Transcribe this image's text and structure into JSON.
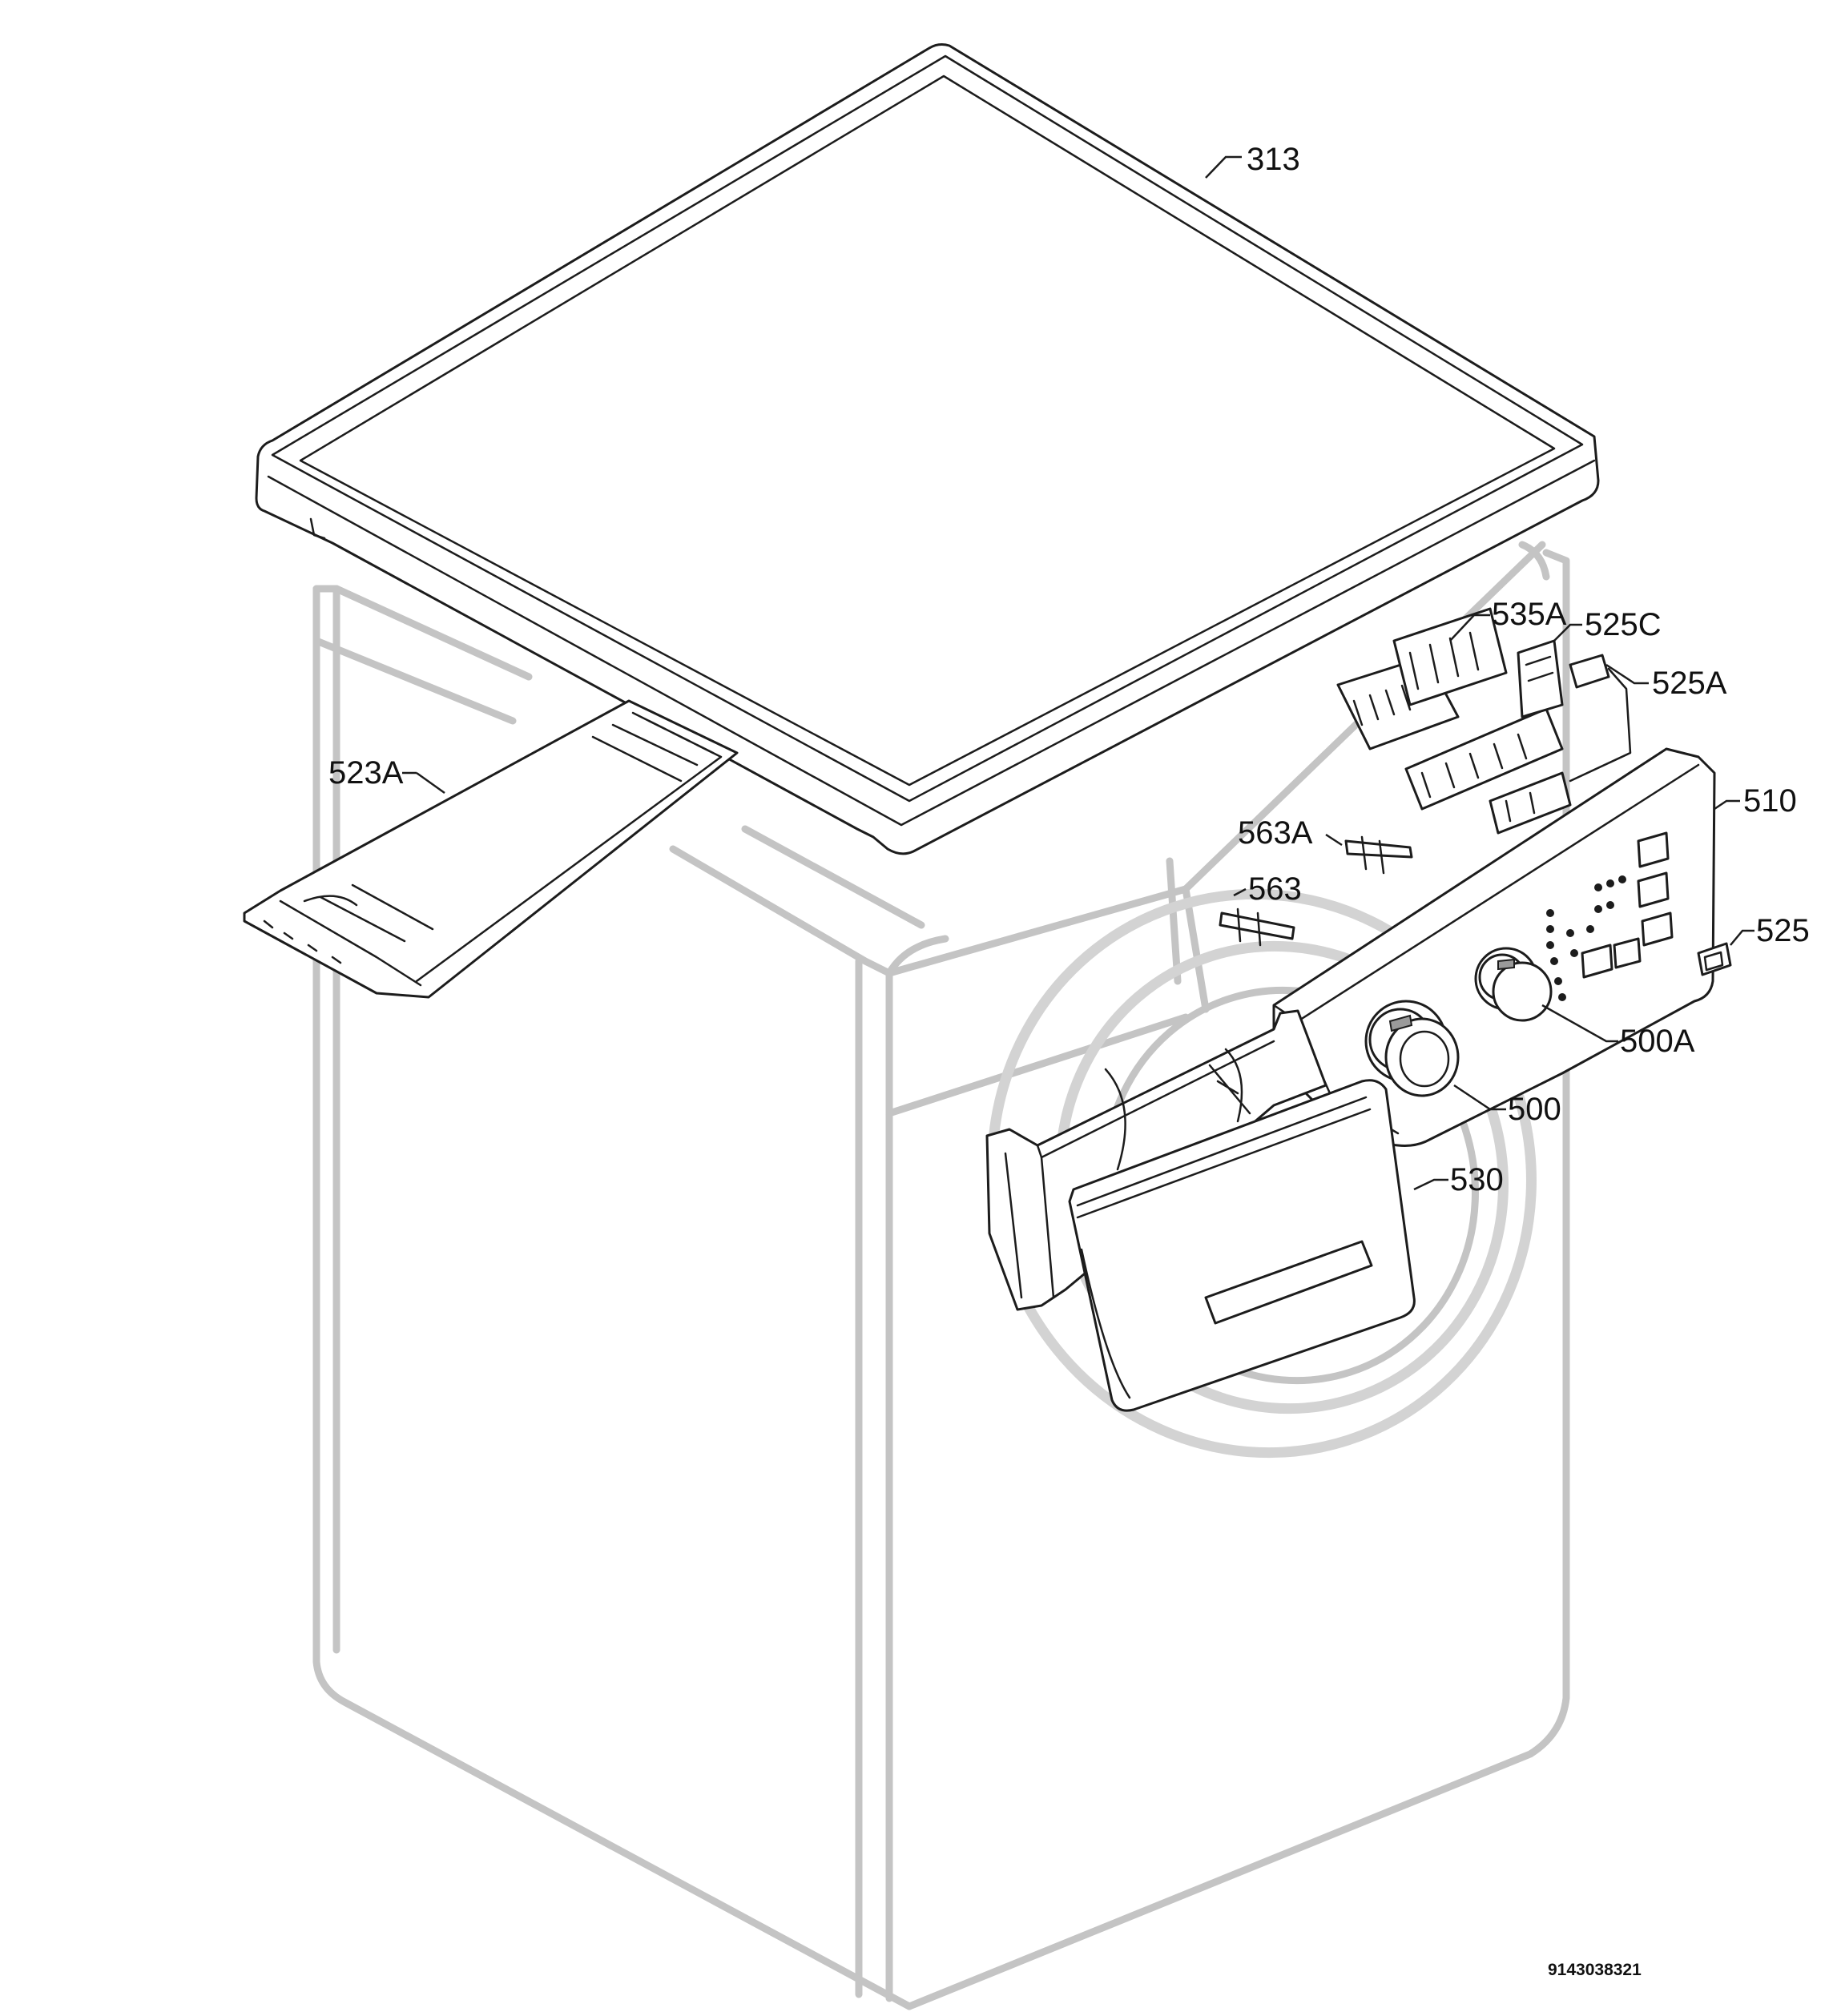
{
  "diagram": {
    "labels": {
      "p313": "313",
      "p535a": "535A",
      "p525c": "525C",
      "p525a": "525A",
      "p523a": "523A",
      "p510": "510",
      "p563a": "563A",
      "p563": "563",
      "p525": "525",
      "p500a": "500A",
      "p500": "500",
      "p530": "530"
    },
    "document_number": "9143038321"
  },
  "colors": {
    "line": "#1c1c1c",
    "ghost": "#c4c4c4",
    "background": "#ffffff"
  }
}
